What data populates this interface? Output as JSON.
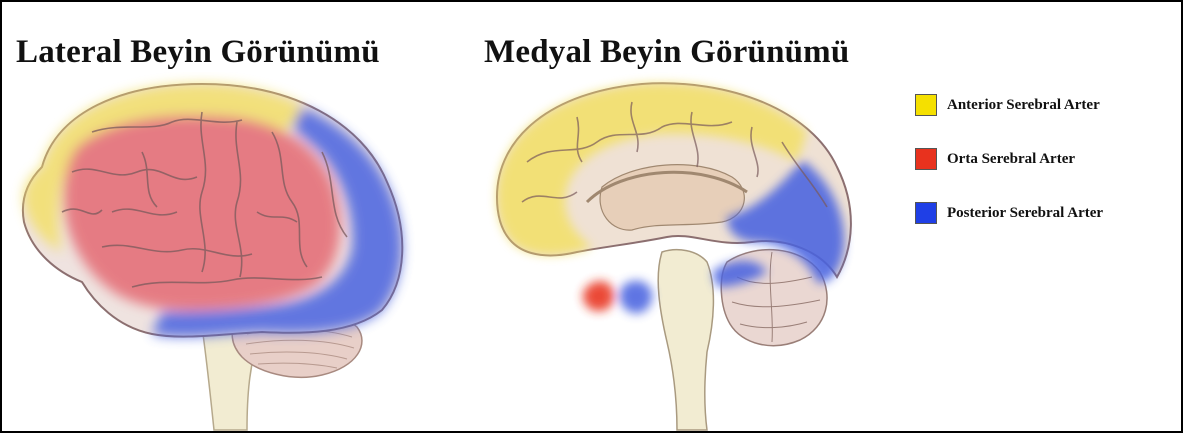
{
  "titles": {
    "lateral": "Lateral  Beyin Görünümü",
    "medial": "Medyal Beyin Görünümü"
  },
  "legend": [
    {
      "label": "Anterior Serebral Arter",
      "color": "#f5e000"
    },
    {
      "label": "Orta Serebral Arter",
      "color": "#e8321e"
    },
    {
      "label": "Posterior Serebral Arter",
      "color": "#1f3fe6"
    }
  ],
  "colors": {
    "anterior_fill": "#f3e06a",
    "middle_fill": "#e46b73",
    "posterior_fill": "#4a64e0",
    "cerebellum": "#ead7d2",
    "brainstem": "#f2ecd2",
    "tissue": "#e9d7c9"
  }
}
